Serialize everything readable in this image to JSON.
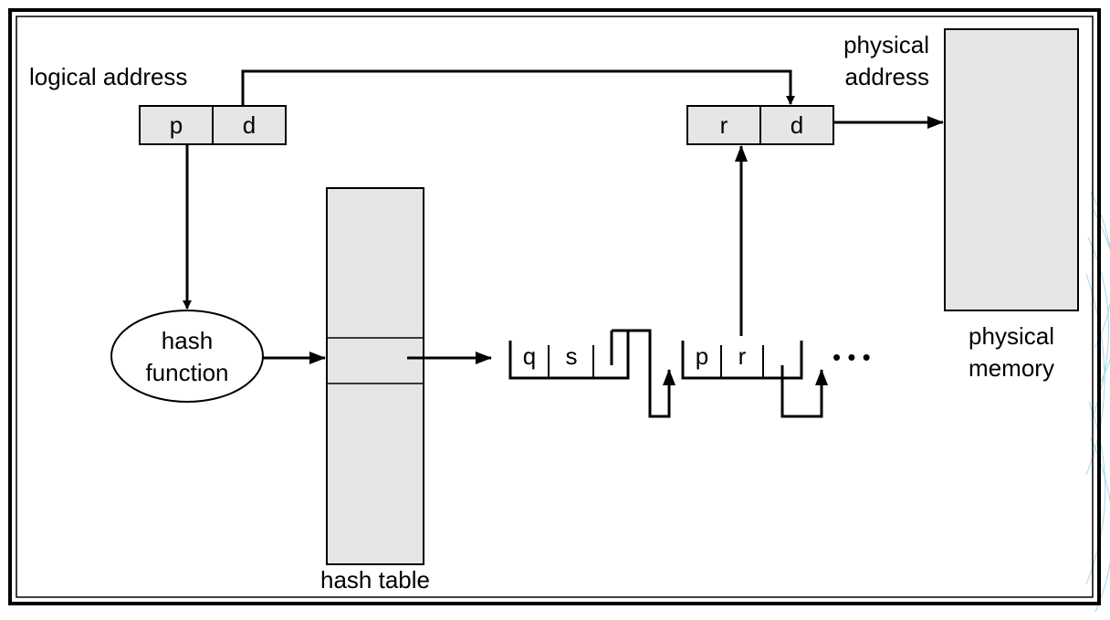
{
  "colors": {
    "cell_fill": "#e6e6e6",
    "stroke": "#000000",
    "background": "#ffffff",
    "watermark": "#8ecbe8"
  },
  "labels": {
    "logical_address": "logical address",
    "physical_address_line1": "physical",
    "physical_address_line2": "address",
    "hash_function_line1": "hash",
    "hash_function_line2": "function",
    "hash_table": "hash table",
    "physical_memory_line1": "physical",
    "physical_memory_line2": "memory",
    "ellipsis": "• • •"
  },
  "logical_address": {
    "page": "p",
    "offset": "d"
  },
  "physical_address": {
    "frame": "r",
    "offset": "d"
  },
  "chain": [
    {
      "page": "q",
      "frame": "s"
    },
    {
      "page": "p",
      "frame": "r"
    }
  ]
}
